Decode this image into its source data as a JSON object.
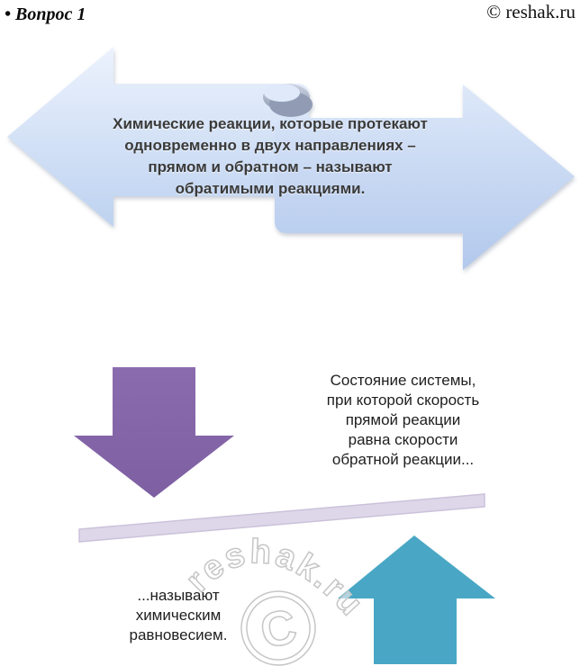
{
  "header": {
    "question_label": "• Вопрос 1",
    "copyright": "© reshak.ru"
  },
  "diagram": {
    "reversible_definition": "Химические реакции, которые протекают\nодновременно в двух направлениях –\nпрямом и обратном – называют\nобратимыми реакциями.",
    "equilibrium_condition": "Состояние системы,\nпри которой скорость\nпрямой реакции\nравна скорости\nобратной реакции...",
    "equilibrium_name": "...называют\nхимическим\nравновесием."
  },
  "watermark": {
    "arc_text": "reshak.ru",
    "symbol_letter": "C"
  },
  "colors": {
    "left_arrow_top": "#ecf2fd",
    "left_arrow_bottom": "#bdd2f0",
    "right_arrow_top": "#dde8f9",
    "right_arrow_bottom": "#b2c8ec",
    "curl_light": "#ccd3e2",
    "curl_dark": "#919cb4",
    "curl_page": "#e0e9f9",
    "purple_arrow": "#7d5fa2",
    "teal_arrow": "#49a7c5",
    "beam_fill": "#ded7e9",
    "beam_stroke": "#cbc2da",
    "watermark_stroke": "#c6c6c6",
    "watermark_fill": "#ffffff"
  }
}
